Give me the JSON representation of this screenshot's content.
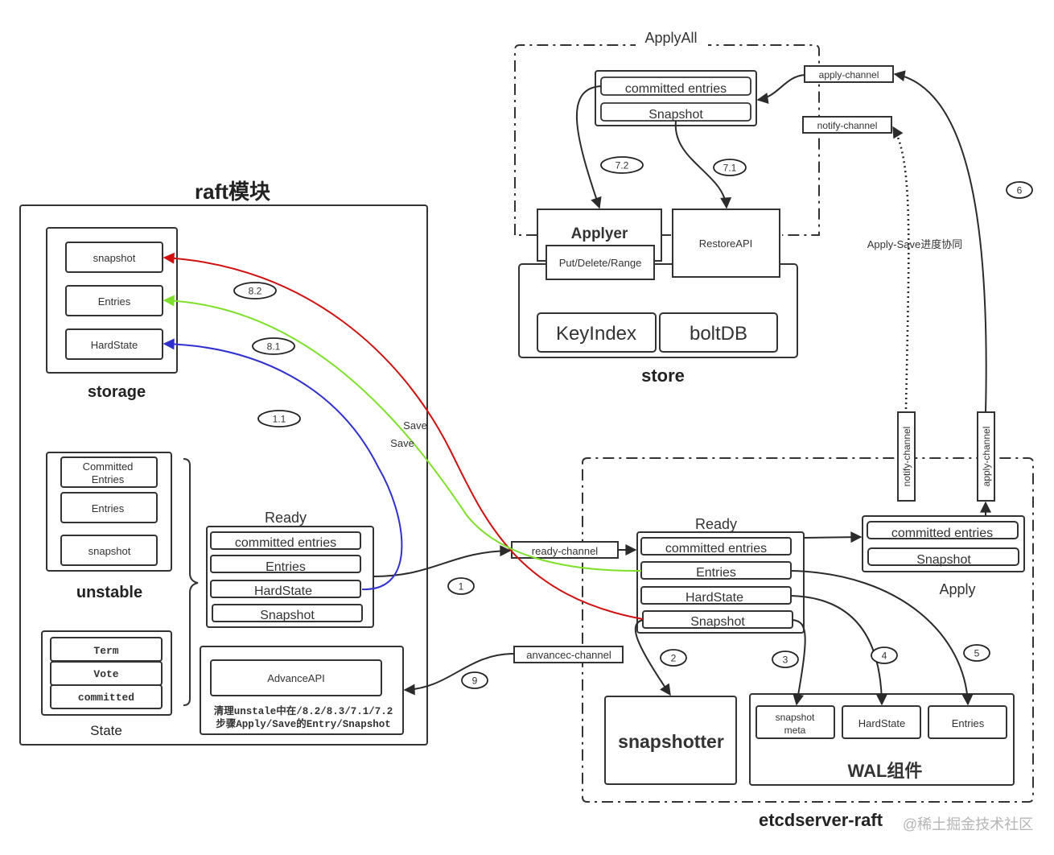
{
  "colors": {
    "ink": "#333333",
    "save_snapshot": "#d01010",
    "save_entries": "#7ee02a",
    "save_hardstate": "#3030d0",
    "watermark": "#b5b5b5"
  },
  "raft": {
    "title": "raft模块",
    "storage": {
      "label": "storage",
      "items": [
        "snapshot",
        "Entries",
        "HardState"
      ]
    },
    "unstable": {
      "label": "unstable",
      "items": [
        "Committed Entries",
        "Entries",
        "snapshot"
      ]
    },
    "state": {
      "label": "State",
      "items": [
        "Term",
        "Vote",
        "committed"
      ]
    },
    "ready": {
      "label": "Ready",
      "items": [
        "committed entries",
        "Entries",
        "HardState",
        "Snapshot"
      ]
    },
    "advance": {
      "api_label": "AdvanceAPI",
      "note_line1": "清理unstale中在/8.2/8.3/7.1/7.2",
      "note_line2": "步骤Apply/Save的Entry/Snapshot"
    }
  },
  "apply_all": {
    "label": "ApplyAll",
    "items": [
      "committed entries",
      "Snapshot"
    ],
    "applyer_label": "Applyer",
    "put_delete_range_label": "Put/Delete/Range",
    "restore_api_label": "RestoreAPI"
  },
  "store": {
    "label": "store",
    "items": [
      "KeyIndex",
      "boltDB"
    ]
  },
  "channels": {
    "apply_channel": "apply-channel",
    "notify_channel": "notify-channel",
    "ready_channel": "ready-channel",
    "advance_channel": "anvancec-channel",
    "apply_save_sync": "Apply-Save进度协同"
  },
  "etcdserver": {
    "label": "etcdserver-raft",
    "ready": {
      "label": "Ready",
      "items": [
        "committed entries",
        "Entries",
        "HardState",
        "Snapshot"
      ]
    },
    "apply": {
      "label": "Apply",
      "items": [
        "committed entries",
        "Snapshot"
      ]
    },
    "snapshotter_label": "snapshotter",
    "wal": {
      "label": "WAL组件",
      "items": [
        "snapshot\nmeta",
        "HardState",
        "Entries"
      ],
      "snapshot_meta_line1": "snapshot",
      "snapshot_meta_line2": "meta"
    }
  },
  "edge_labels": {
    "save_1": "Save",
    "save_2": "Save"
  },
  "steps": [
    "1",
    "1.1",
    "2",
    "3",
    "4",
    "5",
    "6",
    "7.1",
    "7.2",
    "8.1",
    "8.2",
    "9"
  ],
  "watermark": "@稀土掘金技术社区"
}
